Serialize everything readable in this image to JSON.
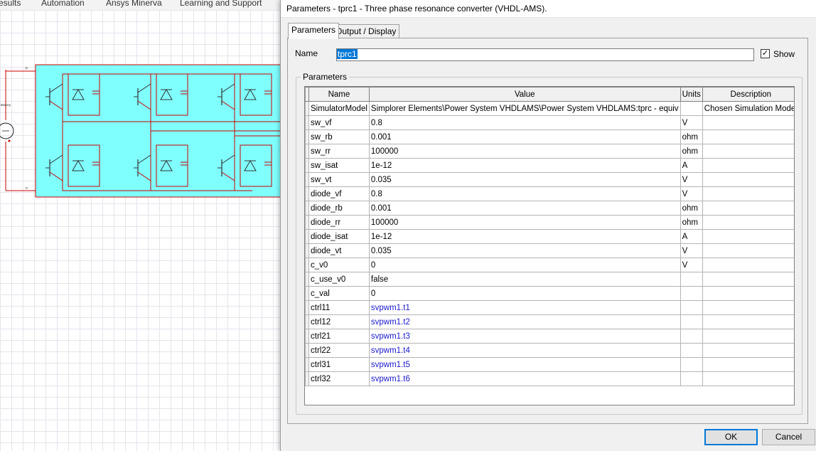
{
  "app_menu": {
    "items": [
      "esults",
      "Automation",
      "Ansys Minerva",
      "Learning and Support"
    ]
  },
  "schematic": {
    "battery_label": "Battery",
    "port_p": "p",
    "port_n": "n"
  },
  "dialog": {
    "title": "Parameters - tprc1 - Three phase resonance converter (VHDL-AMS).",
    "tabs": [
      {
        "label": "Parameters",
        "active": true
      },
      {
        "label": "Output / Display",
        "active": false
      }
    ],
    "name_label": "Name",
    "name_value": "tprc1",
    "show_label": "Show",
    "show_checked": true,
    "group_label": "Parameters",
    "columns": [
      "Name",
      "Value",
      "Units",
      "Description"
    ],
    "rows": [
      {
        "name": "SimulatorModel",
        "value": "Simplorer Elements\\Power System VHDLAMS\\Power System VHDLAMS:tprc - equiv",
        "units": "",
        "description": "Chosen Simulation Model",
        "link": false
      },
      {
        "name": "sw_vf",
        "value": "0.8",
        "units": "V",
        "description": "",
        "link": false
      },
      {
        "name": "sw_rb",
        "value": "0.001",
        "units": "ohm",
        "description": "",
        "link": false
      },
      {
        "name": "sw_rr",
        "value": "100000",
        "units": "ohm",
        "description": "",
        "link": false
      },
      {
        "name": "sw_isat",
        "value": "1e-12",
        "units": "A",
        "description": "",
        "link": false
      },
      {
        "name": "sw_vt",
        "value": "0.035",
        "units": "V",
        "description": "",
        "link": false
      },
      {
        "name": "diode_vf",
        "value": "0.8",
        "units": "V",
        "description": "",
        "link": false
      },
      {
        "name": "diode_rb",
        "value": "0.001",
        "units": "ohm",
        "description": "",
        "link": false
      },
      {
        "name": "diode_rr",
        "value": "100000",
        "units": "ohm",
        "description": "",
        "link": false
      },
      {
        "name": "diode_isat",
        "value": "1e-12",
        "units": "A",
        "description": "",
        "link": false
      },
      {
        "name": "diode_vt",
        "value": "0.035",
        "units": "V",
        "description": "",
        "link": false
      },
      {
        "name": "c_v0",
        "value": "0",
        "units": "V",
        "description": "",
        "link": false
      },
      {
        "name": "c_use_v0",
        "value": "false",
        "units": "",
        "description": "",
        "link": false
      },
      {
        "name": "c_val",
        "value": "0",
        "units": "",
        "description": "",
        "link": false
      },
      {
        "name": "ctrl11",
        "value": "svpwm1.t1",
        "units": "",
        "description": "",
        "link": true
      },
      {
        "name": "ctrl12",
        "value": "svpwm1.t2",
        "units": "",
        "description": "",
        "link": true
      },
      {
        "name": "ctrl21",
        "value": "svpwm1.t3",
        "units": "",
        "description": "",
        "link": true
      },
      {
        "name": "ctrl22",
        "value": "svpwm1.t4",
        "units": "",
        "description": "",
        "link": true
      },
      {
        "name": "ctrl31",
        "value": "svpwm1.t5",
        "units": "",
        "description": "",
        "link": true
      },
      {
        "name": "ctrl32",
        "value": "svpwm1.t6",
        "units": "",
        "description": "",
        "link": true
      }
    ],
    "ok_label": "OK",
    "cancel_label": "Cancel"
  },
  "colors": {
    "inverter_fill": "#80ffff",
    "circuit_wire": "#cc0000",
    "link_text": "#1a1acc",
    "selection": "#0078d7"
  }
}
